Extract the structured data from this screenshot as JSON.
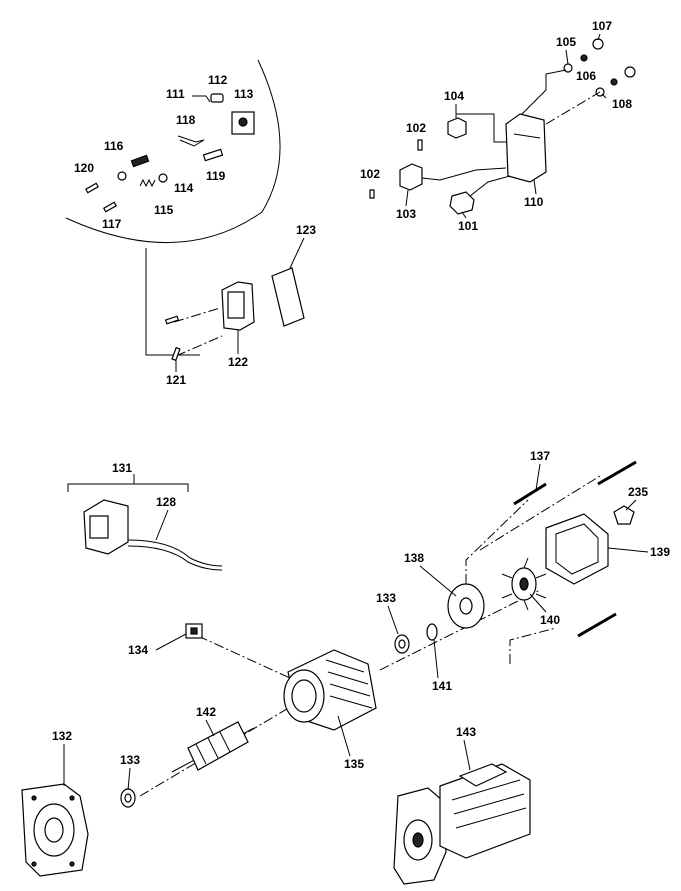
{
  "callouts": {
    "c101": "101",
    "c102a": "102",
    "c102b": "102",
    "c103": "103",
    "c104": "104",
    "c105": "105",
    "c106": "106",
    "c107": "107",
    "c108": "108",
    "c110": "110",
    "c111": "111",
    "c112": "112",
    "c113": "113",
    "c114": "114",
    "c115": "115",
    "c116": "116",
    "c117": "117",
    "c118": "118",
    "c119": "119",
    "c120": "120",
    "c121": "121",
    "c122": "122",
    "c123": "123",
    "c128": "128",
    "c131": "131",
    "c132": "132",
    "c133a": "133",
    "c133b": "133",
    "c134": "134",
    "c135": "135",
    "c137": "137",
    "c138": "138",
    "c139": "139",
    "c140": "140",
    "c141": "141",
    "c142": "142",
    "c143": "143",
    "c235": "235"
  }
}
